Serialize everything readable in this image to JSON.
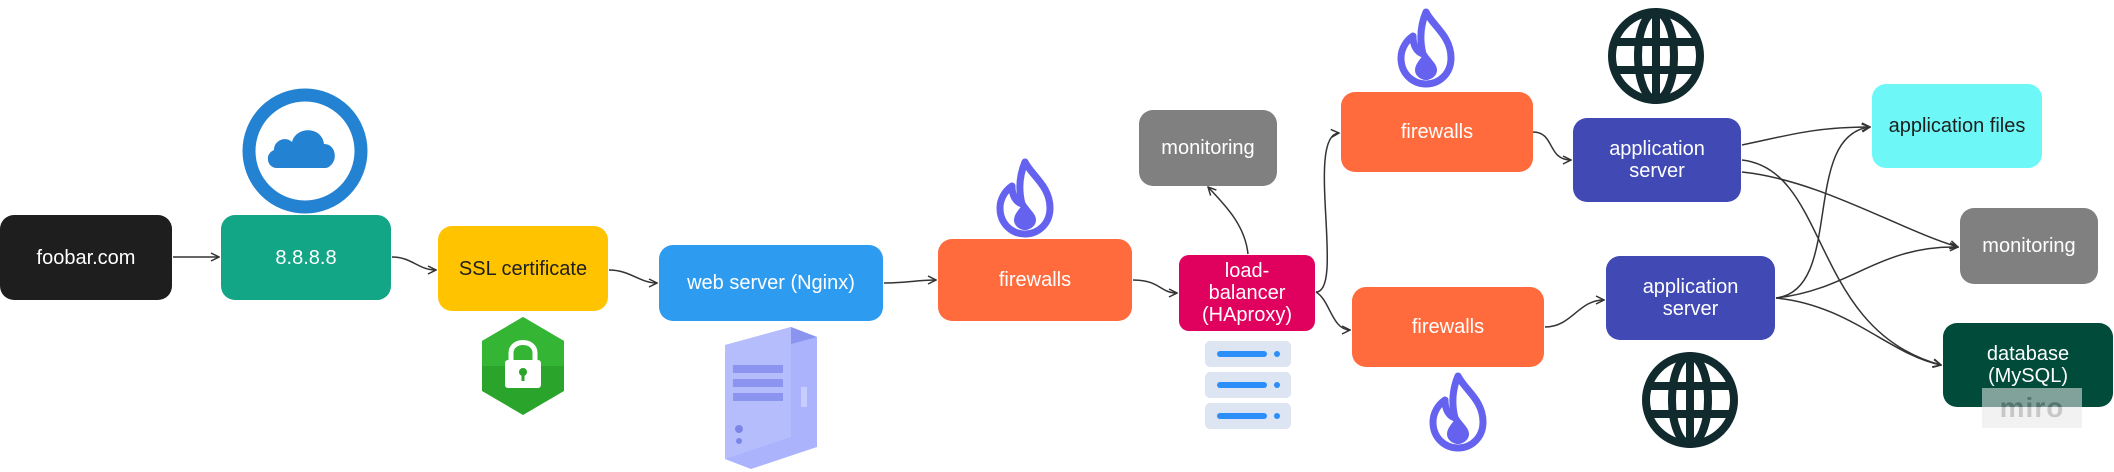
{
  "nodes": {
    "domain": "foobar.com",
    "ip": "8.8.8.8",
    "ssl": "SSL certificate",
    "web_server": "web server (Nginx)",
    "firewall_main": "firewalls",
    "monitoring_lb": "monitoring",
    "load_balancer": "load-balancer\n(HAproxy)",
    "firewall_top": "firewalls",
    "firewall_bottom": "firewalls",
    "app_server_top": "application server",
    "app_server_bottom": "application server",
    "application_files": "application files",
    "monitoring_right": "monitoring",
    "database": "database\n(MySQL)"
  },
  "watermark": "miro",
  "colors": {
    "domain": "#1e1e1e",
    "ip": "#12a586",
    "ssl": "#ffc300",
    "web_server": "#2d9bf0",
    "firewall": "#ff6b3d",
    "monitoring": "#808080",
    "load_balancer": "#e0005e",
    "app_server": "#4149b4",
    "application_files": "#6ef7f7",
    "database": "#014b3a",
    "cloud_icon": "#2382d2",
    "flame_icon": "#6462ee",
    "globe_icon": "#102a2e",
    "lock_icon": "#2ba42b",
    "server_icon": "#aab3fb"
  },
  "icons": {
    "cloud": "cloud-icon",
    "lock": "lock-icon",
    "server": "server-tower-icon",
    "rack": "server-rack-icon",
    "flame": "flame-icon",
    "globe": "globe-icon"
  }
}
